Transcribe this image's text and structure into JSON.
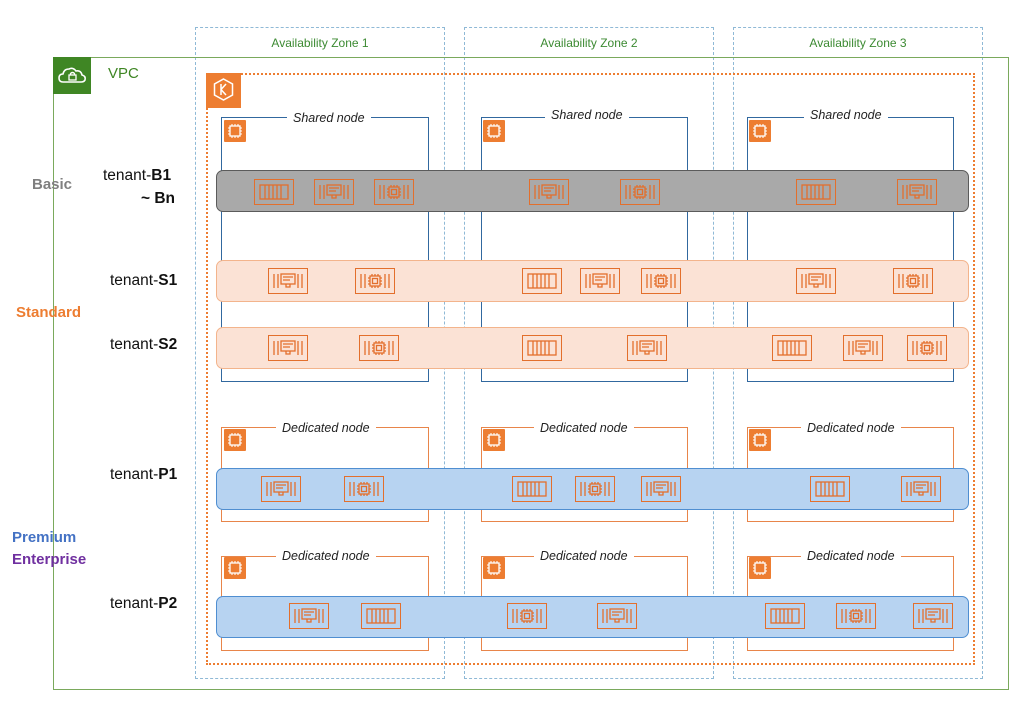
{
  "colors": {
    "vpc_green": "#3f8624",
    "eks_orange": "#ed7d31",
    "shared_node_blue": "#31689f",
    "basic_gray": "#7f7f7f",
    "standard_orange": "#ed7d31",
    "premium_blue": "#4472c4",
    "enterprise_purple": "#7030a0"
  },
  "icons": {
    "vpc": "cloud-lock-icon",
    "eks": "eks-cluster-icon",
    "node": "cpu-chip-icon",
    "pod_container": "container-bars-icon",
    "pod_app": "application-window-icon",
    "pod_chip": "microchip-icon"
  },
  "availability_zones": [
    "Availability Zone 1",
    "Availability Zone 2",
    "Availability Zone 3"
  ],
  "vpc": {
    "label": "VPC"
  },
  "nodes": {
    "shared": "Shared node",
    "dedicated": "Dedicated node"
  },
  "tiers": {
    "basic": "Basic",
    "standard": "Standard",
    "premium": "Premium",
    "enterprise": "Enterprise"
  },
  "tenants": {
    "b1": {
      "prefix": "tenant-",
      "id": "B1",
      "suffix": "~ Bn"
    },
    "s1": {
      "prefix": "tenant-",
      "id": "S1"
    },
    "s2": {
      "prefix": "tenant-",
      "id": "S2"
    },
    "p1": {
      "prefix": "tenant-",
      "id": "P1"
    },
    "p2": {
      "prefix": "tenant-",
      "id": "P2"
    }
  }
}
